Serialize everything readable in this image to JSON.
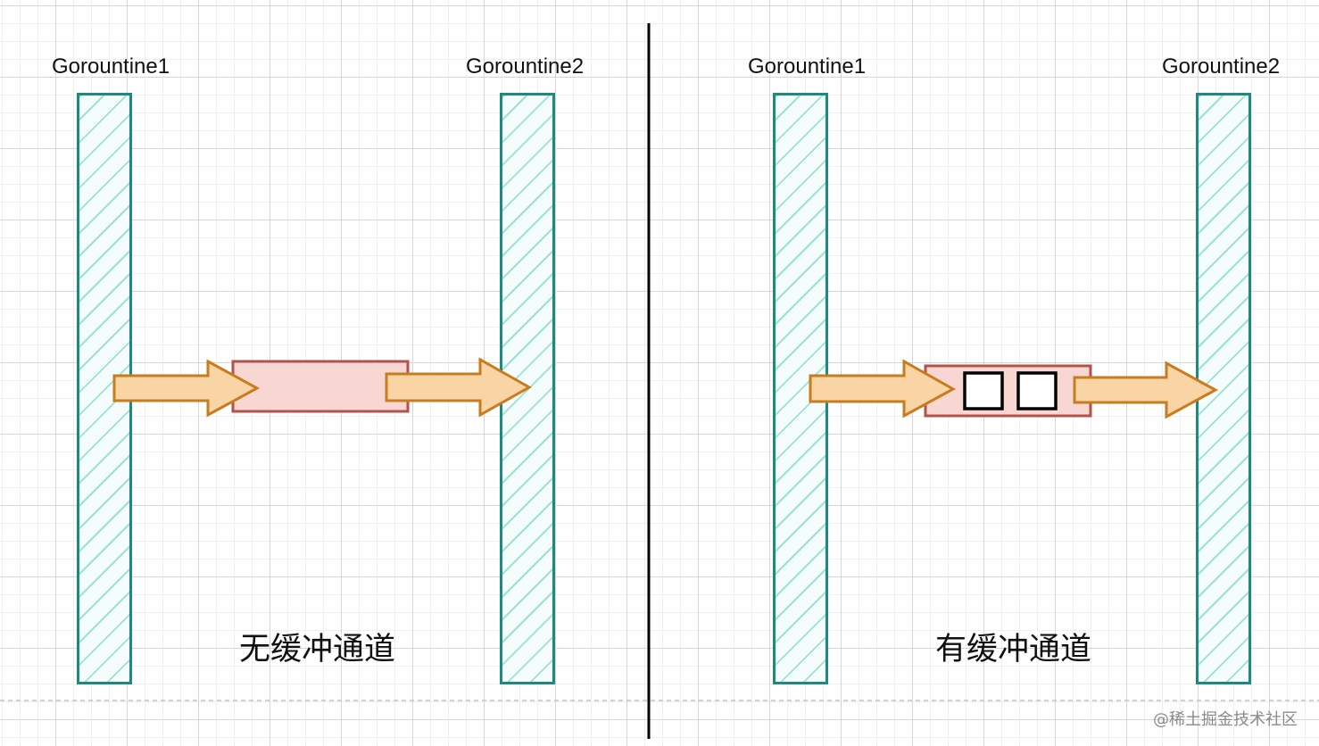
{
  "left_panel": {
    "goroutine_1_label": "Gorountine1",
    "goroutine_2_label": "Gorountine2",
    "caption": "无缓冲通道"
  },
  "right_panel": {
    "goroutine_1_label": "Gorountine1",
    "goroutine_2_label": "Gorountine2",
    "caption": "有缓冲通道",
    "buffer_slot_count": 2
  },
  "watermark": "@稀土掘金技术社区",
  "colors": {
    "lane_border": "#1e8a7e",
    "lane_hatch": "#9be2d1",
    "channel_fill": "#f8d7d3",
    "channel_border": "#b5504a",
    "arrow_fill": "#f9d4a4",
    "arrow_border": "#c97c1e",
    "divider": "#000000"
  }
}
